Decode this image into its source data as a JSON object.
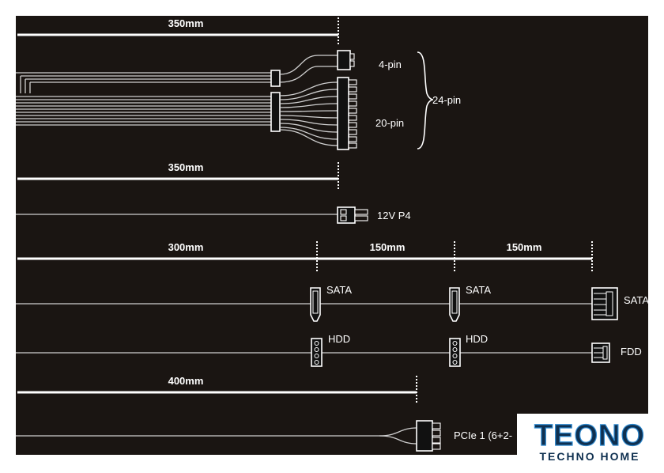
{
  "colors": {
    "background": "#1a1512",
    "foreground": "#ffffff",
    "wire": "#cfcfcf",
    "logo": "#0f3050",
    "logo_highlight": "#2f8ad0"
  },
  "cables": {
    "main": {
      "length_label": "350mm",
      "label_4pin": "4-pin",
      "label_20pin": "20-pin",
      "label_total": "24-pin"
    },
    "cpu": {
      "length_label": "350mm",
      "connector_label": "12V P4"
    },
    "sata": {
      "length_1": "300mm",
      "length_2": "150mm",
      "length_3": "150mm",
      "connector_1": "SATA",
      "connector_2": "SATA",
      "connector_3": "SATA"
    },
    "peripheral": {
      "connector_1": "HDD",
      "connector_2": "HDD",
      "connector_3": "FDD"
    },
    "pcie": {
      "length_label": "400mm",
      "connector_label": "PCIe 1 (6+2-"
    }
  },
  "watermark": {
    "brand": "TEONO",
    "subtitle": "TECHNO HOME"
  }
}
